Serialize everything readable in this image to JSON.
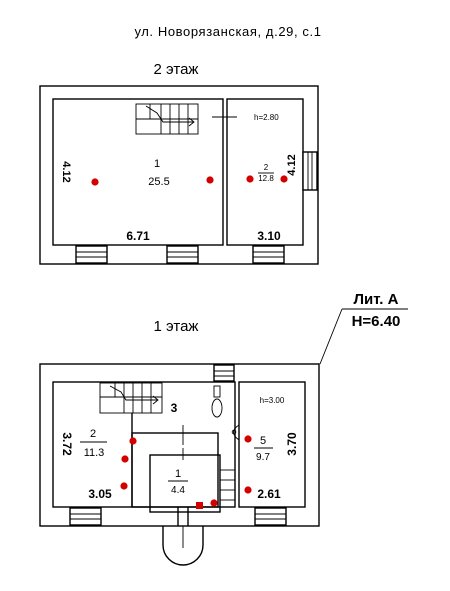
{
  "address": "ул. Новорязанская, д.29, с.1",
  "litera": {
    "label": "Лит. А",
    "height": "H=6.40"
  },
  "floor2": {
    "title": "2 этаж",
    "ceiling_height": "h=2.80",
    "rooms": [
      {
        "number": "1",
        "area": "25.5"
      },
      {
        "number": "2",
        "area": "12.8"
      }
    ],
    "dimensions": {
      "left": "4.12",
      "bottom_left": "6.71",
      "right": "4.12",
      "bottom_right": "3.10"
    }
  },
  "floor1": {
    "title": "1 этаж",
    "ceiling_height": "h=3.00",
    "rooms": [
      {
        "number": "1",
        "area": "4.4"
      },
      {
        "number": "2",
        "area": "11.3"
      },
      {
        "number": "3",
        "area": ""
      },
      {
        "number": "5",
        "area": "9.7"
      }
    ],
    "dimensions": {
      "left": "3.72",
      "bottom_left": "3.05",
      "right": "3.70",
      "bottom_right": "2.61"
    }
  }
}
